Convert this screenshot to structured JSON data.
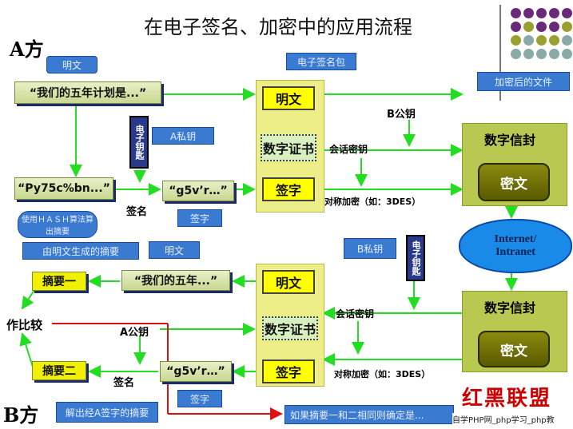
{
  "title": "在电子签名、加密中的应用流程",
  "party_a": "A方",
  "party_b": "B方",
  "callouts": {
    "plaintext_top": "明文",
    "e_sig_label": "电子签名包",
    "encrypted_file": "加密后的文件",
    "a_private": "A私钥",
    "signature_top": "签字",
    "hash_note": "使用ＨＡＳＨ算法算出摘要",
    "digest_from_plain": "由明文生成的摘要",
    "plaintext_bottom": "明文",
    "b_private": "B私钥",
    "signature_bottom": "签字",
    "digest_decrypt": "解出经A签字的摘要",
    "bottom_note": "如果摘要一和二相同则确定是..."
  },
  "boxes": {
    "plan": "“我们的五年计划是...”",
    "hash": "“Py75c%bn...”",
    "g5v_top": "“g5v’r…”",
    "plan_short": "“我们的五年...”",
    "digest1": "摘要一",
    "digest2": "摘要二",
    "g5v_bottom": "“g5v’r…”"
  },
  "package_top": {
    "plain": "明文",
    "cert": "数字证书",
    "sign": "签字"
  },
  "package_bottom": {
    "plain": "明文",
    "cert": "数字证书",
    "sign": "签字"
  },
  "envelope_top": {
    "title": "数字信封",
    "cipher": "密文"
  },
  "envelope_bottom": {
    "title": "数字信封",
    "cipher": "密文"
  },
  "cloud": "Internet/ Intranet",
  "keys": {
    "e_key_top": "电子钥匙",
    "e_key_bottom": "电子钥匙"
  },
  "labels": {
    "b_public": "B公钥",
    "session_key_top": "会话密钥",
    "sym_top": "对称加密（如：3DES）",
    "sign_top": "签名",
    "session_key_bottom": "会话密钥",
    "sym_bottom": "对称加密（如：3DES）",
    "a_public": "A公钥",
    "compare": "作比较",
    "sign_bottom": "签名"
  },
  "watermark": {
    "logo": "红黑联盟",
    "site": "自学PHP网_php学习_php教"
  },
  "colors": {
    "arrow": "#22dd22",
    "red_line": "#dd1111",
    "dot_purple": "#6a2a7a",
    "dot_olive": "#9aa030",
    "dot_teal": "#8aaaa8"
  }
}
